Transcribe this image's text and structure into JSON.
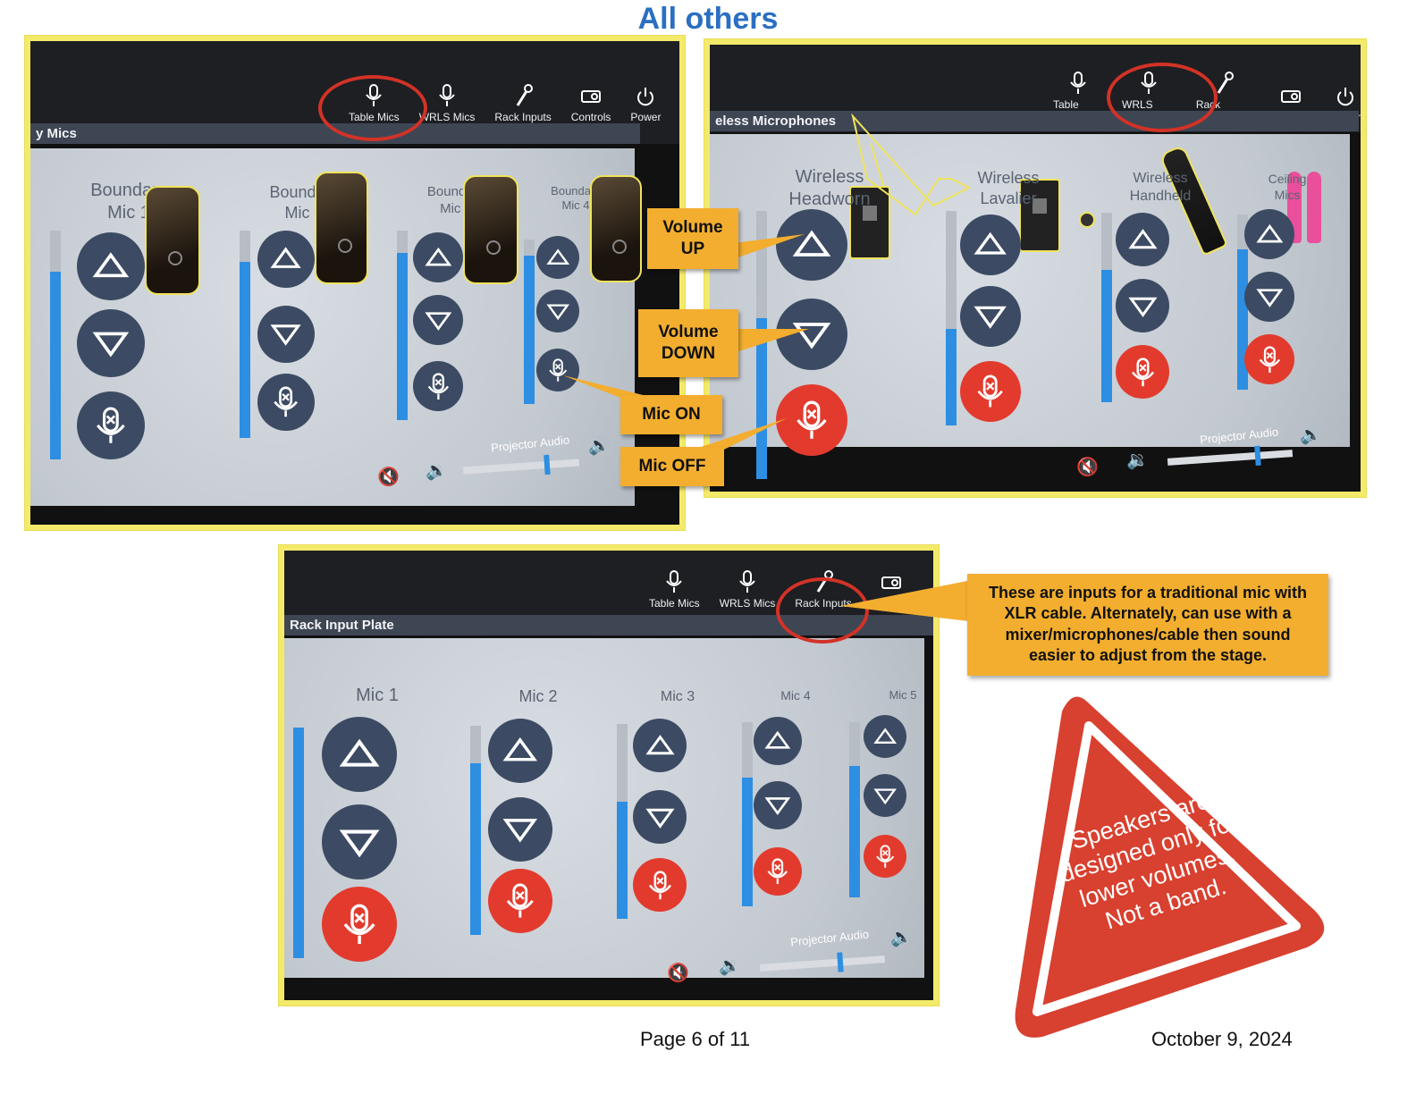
{
  "page_title": "All others",
  "nav": {
    "table_mics": "Table Mics",
    "wrls_mics": "WRLS Mics",
    "rack_inputs": "Rack Inputs",
    "controls": "Controls",
    "power": "Power"
  },
  "panel1": {
    "section": "y Mics",
    "mics": [
      {
        "line1": "Boundary",
        "line2": "Mic 1",
        "level": 0.82,
        "muted": false
      },
      {
        "line1": "Boundary",
        "line2": "Mic 2",
        "level": 0.85,
        "muted": false
      },
      {
        "line1": "Boundary",
        "line2": "Mic 3",
        "level": 0.88,
        "muted": false
      },
      {
        "line1": "Boundary",
        "line2": "Mic 4",
        "level": 0.9,
        "muted": false
      }
    ],
    "projector_audio": "Projector Audio",
    "projector_level": 0.7
  },
  "panel2": {
    "section": "eless Microphones",
    "mics": [
      {
        "line1": "Wireless",
        "line2": "Headworn",
        "level": 0.6,
        "muted": true
      },
      {
        "line1": "Wireless",
        "line2": "Lavalier",
        "level": 0.45,
        "muted": true
      },
      {
        "line1": "Wireless",
        "line2": "Handheld",
        "level": 0.7,
        "muted": true
      },
      {
        "line1": "Ceiling",
        "line2": "Mics",
        "level": 0.8,
        "muted": true
      }
    ],
    "projector_audio": "Projector Audio",
    "projector_level": 0.7
  },
  "panel3": {
    "section": "Rack Input Plate",
    "mics": [
      {
        "line1": "Mic 1",
        "level": 1.0,
        "muted": true
      },
      {
        "line1": "Mic 2",
        "level": 0.82,
        "muted": true
      },
      {
        "line1": "Mic 3",
        "level": 0.6,
        "muted": true
      },
      {
        "line1": "Mic 4",
        "level": 0.7,
        "muted": true
      },
      {
        "line1": "Mic 5",
        "level": 0.75,
        "muted": true
      }
    ],
    "projector_audio": "Projector Audio",
    "projector_level": 0.62
  },
  "callouts": {
    "volume_up": "Volume UP",
    "volume_down": "Volume DOWN",
    "mic_on": "Mic ON",
    "mic_off": "Mic OFF",
    "rack_note": "These are inputs for a traditional mic with XLR cable. Alternately, can use with a mixer/microphones/cable then sound easier to adjust from the stage."
  },
  "warning": "Speakers are designed only for lower volumes. Not a band.",
  "footer": {
    "page": "Page 6 of 11",
    "date": "October 9, 2024"
  },
  "colors": {
    "title_blue": "#2a6fc2",
    "callout_orange": "#f3ae2f",
    "warning_red": "#d8402f",
    "highlight_yellow": "#f4ea6a",
    "button_navy": "#3c4b63",
    "muted_red": "#e23b2e",
    "meter_blue": "#2d8ee2"
  }
}
